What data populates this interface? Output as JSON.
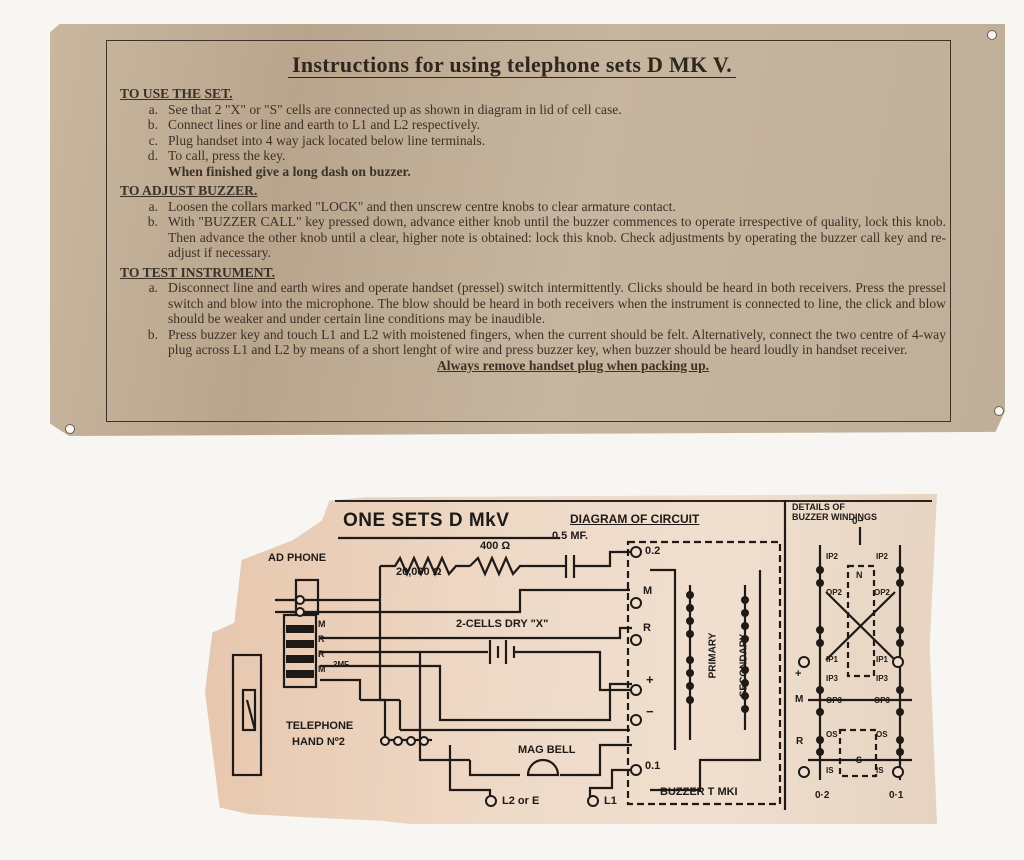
{
  "plate": {
    "title": "Instructions for using telephone sets D MK V.",
    "sections": [
      {
        "heading": "TO USE THE SET.",
        "items": [
          {
            "letter": "a.",
            "text": "See that 2 \"X\" or \"S\" cells are connected up as shown in diagram in lid of cell case."
          },
          {
            "letter": "b.",
            "text": "Connect lines or line and earth to L1 and L2 respectively."
          },
          {
            "letter": "c.",
            "text": "Plug handset into 4 way jack located below line terminals."
          },
          {
            "letter": "d.",
            "text": "To call, press the key."
          }
        ],
        "bold_line": "When finished give a long dash on buzzer."
      },
      {
        "heading": "TO ADJUST BUZZER.",
        "items": [
          {
            "letter": "a.",
            "text": "Loosen the collars marked \"LOCK\" and then unscrew centre knobs to clear armature contact."
          },
          {
            "letter": "b.",
            "text": "With \"BUZZER CALL\" key pressed down, advance either knob until the buzzer commences to operate irrespective of quality, lock this knob. Then advance the other knob until a clear, higher note is obtained: lock this knob. Check adjustments by operating the buzzer call key and re-adjust if necessary."
          }
        ]
      },
      {
        "heading": "TO TEST INSTRUMENT.",
        "items": [
          {
            "letter": "a.",
            "text": "Disconnect line and earth wires and operate handset (pressel) switch intermittently. Clicks should be heard in both receivers. Press the pressel switch and blow into the microphone. The blow should be heard in both receivers when the instrument is connected to line, the click and blow should be weaker and under certain line conditions may be inaudible."
          },
          {
            "letter": "b.",
            "text": "Press buzzer key and touch L1 and L2 with moistened fingers, when the current should be felt. Alternatively, connect the two centre of 4-way plug across L1 and L2 by means of a short lenght of wire and press buzzer key, when buzzer should be heard loudly in handset receiver."
          }
        ]
      }
    ],
    "footer": "Always remove handset plug when packing up."
  },
  "diagram": {
    "header_title": "ONE SETS D MkV",
    "header_subtitle": "DIAGRAM OF CIRCUIT",
    "headphone": "AD PHONE",
    "r1": "20,000 Ω",
    "r2": "400 Ω",
    "cap": "0.5 MF.",
    "cap_small": "2MF",
    "term_02": "0.2",
    "term_m": "M",
    "term_r": "R",
    "term_plus": "+",
    "term_minus": "−",
    "term_01": "0.1",
    "cells": "2-CELLS DRY \"X\"",
    "primary": "PRIMARY",
    "secondary": "SECONDARY",
    "telephone": "TELEPHONE",
    "hand": "HAND Nº2",
    "bell": "MAG BELL",
    "l2": "L2 or E",
    "l1": "L1",
    "buzzer": "BUZZER T MKI",
    "jack": [
      "M",
      "R",
      "R",
      "M"
    ],
    "windings_title_1": "DETAILS OF",
    "windings_title_2": "BUZZER WINDINGS",
    "ip2": "IP2",
    "op2": "OP2",
    "n": "N",
    "ip1": "IP1",
    "ip3": "IP3",
    "op3": "OP3",
    "os": "OS",
    "is": "IS",
    "s": "S",
    "w_m": "M",
    "w_r": "R",
    "w_02": "0·2",
    "w_01": "0·1",
    "w_minus": "0−"
  }
}
